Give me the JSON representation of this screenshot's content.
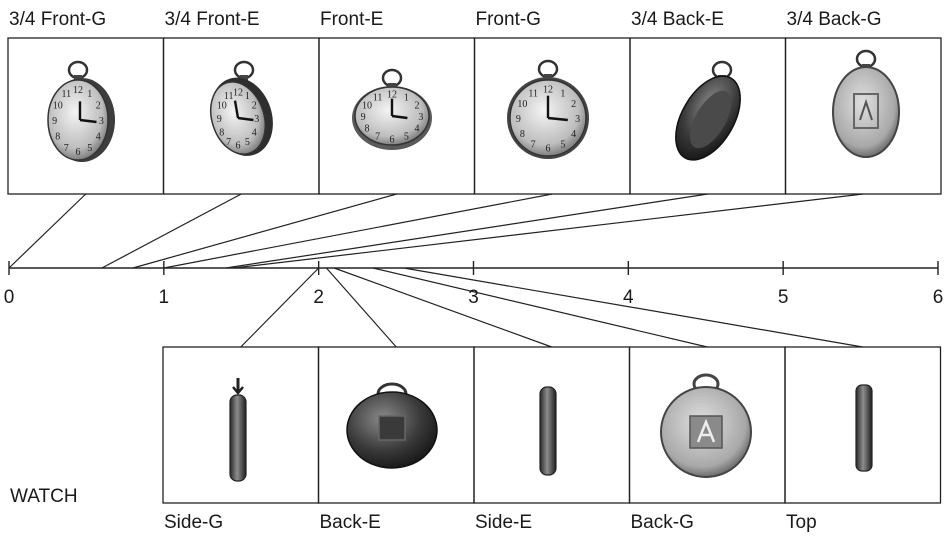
{
  "axis": {
    "min": 0,
    "max": 6,
    "ticks": [
      "0",
      "1",
      "2",
      "3",
      "4",
      "5",
      "6"
    ]
  },
  "top_views": [
    {
      "label": "3/4 Front-G",
      "value": 0.0,
      "kind": "front3q-g"
    },
    {
      "label": "3/4 Front-E",
      "value": 0.6,
      "kind": "front3q-e"
    },
    {
      "label": "Front-E",
      "value": 0.8,
      "kind": "front-e"
    },
    {
      "label": "Front-G",
      "value": 1.0,
      "kind": "front-g"
    },
    {
      "label": "3/4 Back-E",
      "value": 1.4,
      "kind": "back3q-e"
    },
    {
      "label": "3/4 Back-G",
      "value": 1.45,
      "kind": "back3q-g"
    }
  ],
  "bottom_views": [
    {
      "label": "Side-G",
      "value": 2.0,
      "kind": "side-g"
    },
    {
      "label": "Back-E",
      "value": 2.05,
      "kind": "back-e"
    },
    {
      "label": "Side-E",
      "value": 2.1,
      "kind": "side-e"
    },
    {
      "label": "Back-G",
      "value": 2.35,
      "kind": "back-g"
    },
    {
      "label": "Top",
      "value": 2.55,
      "kind": "top"
    }
  ],
  "object_label": "WATCH"
}
